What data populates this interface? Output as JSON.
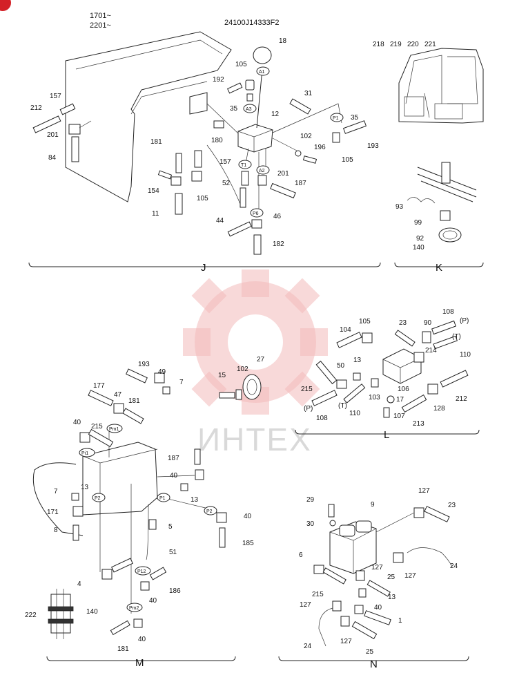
{
  "header": {
    "serial_1": "1701~",
    "serial_2": "2201~",
    "drawing_code": "24100J14333F2"
  },
  "watermark": {
    "text": "ИНТЕХ"
  },
  "sections": {
    "J": "J",
    "K": "K",
    "L": "L",
    "M": "M",
    "N": "N"
  },
  "port_labels": {
    "A1": "A1",
    "A2": "A2",
    "A3": "A3",
    "T1": "T1",
    "P1": "P1",
    "P6": "P6",
    "Pi1": "Pi1",
    "Pm1": "Pm1",
    "P2": "P2",
    "P1m": "P1",
    "Pp2": "P2",
    "P12": "P12",
    "Pm2": "Pm2",
    "L_P1": "(P)",
    "L_T1": "(T)",
    "L_P2": "(P)",
    "L_T2": "(T)"
  },
  "callouts": {
    "J": [
      "18",
      "105",
      "192",
      "35",
      "31",
      "12",
      "35",
      "180",
      "102",
      "196",
      "193",
      "105",
      "157",
      "201",
      "187",
      "52",
      "181",
      "154",
      "105",
      "11",
      "46",
      "44",
      "182",
      "157",
      "212",
      "201",
      "84"
    ],
    "K": [
      "218",
      "219",
      "220",
      "221",
      "93",
      "99",
      "92",
      "140"
    ],
    "L": [
      "104",
      "105",
      "23",
      "90",
      "108",
      "110",
      "214",
      "13",
      "50",
      "215",
      "103",
      "17",
      "106",
      "128",
      "212",
      "107",
      "213",
      "110",
      "108"
    ],
    "M": [
      "193",
      "49",
      "7",
      "177",
      "47",
      "181",
      "215",
      "40",
      "15",
      "102",
      "27",
      "187",
      "40",
      "13",
      "40",
      "185",
      "7",
      "13",
      "171",
      "8",
      "5",
      "51",
      "4",
      "186",
      "40",
      "222",
      "140",
      "181",
      "40"
    ],
    "N": [
      "29",
      "9",
      "127",
      "23",
      "30",
      "6",
      "127",
      "24",
      "25",
      "215",
      "13",
      "40",
      "127",
      "127",
      "1",
      "24",
      "127",
      "25"
    ]
  }
}
